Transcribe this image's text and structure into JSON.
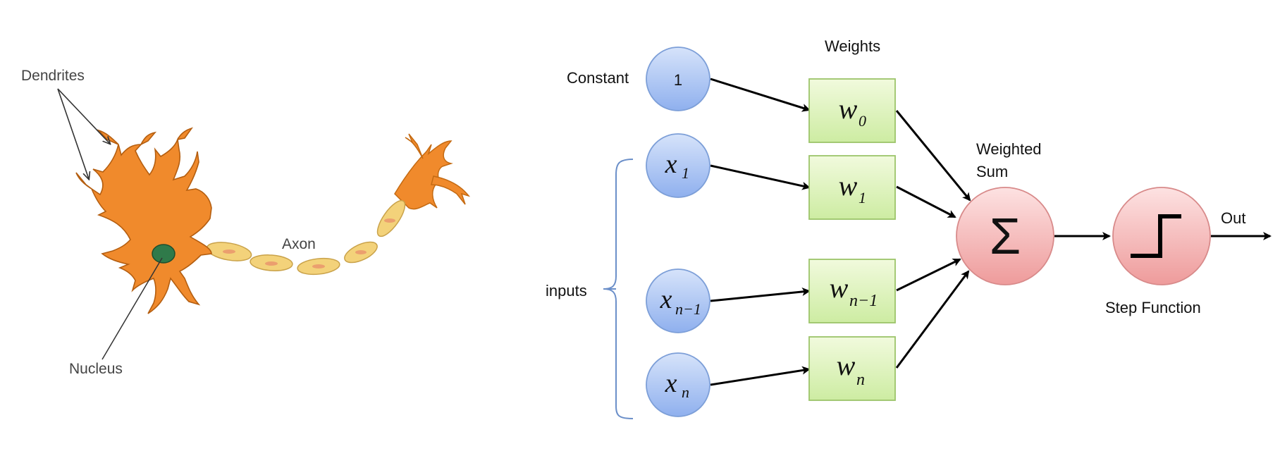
{
  "neuron": {
    "labels": {
      "dendrites": "Dendrites",
      "axon": "Axon",
      "nucleus": "Nucleus"
    }
  },
  "perceptron": {
    "title_weights": "Weights",
    "constant_label": "Constant",
    "inputs_label": "inputs",
    "weighted_sum_label_line1": "Weighted",
    "weighted_sum_label_line2": "Sum",
    "step_function_label": "Step Function",
    "out_label": "Out",
    "sum_symbol": "Σ",
    "input_nodes": [
      {
        "base": "1",
        "sub": ""
      },
      {
        "base": "x",
        "sub": "1"
      },
      {
        "base": "x",
        "sub": "n−1"
      },
      {
        "base": "x",
        "sub": "n"
      }
    ],
    "weight_nodes": [
      {
        "base": "w",
        "sub": "0"
      },
      {
        "base": "w",
        "sub": "1"
      },
      {
        "base": "w",
        "sub": "n−1"
      },
      {
        "base": "w",
        "sub": "n"
      }
    ],
    "colors": {
      "input_fill_top": "#c9d8f7",
      "input_fill_bottom": "#8fb0ee",
      "input_stroke": "#7d9fd8",
      "weight_fill_top": "#eef9d8",
      "weight_fill_bottom": "#cfeea6",
      "weight_stroke": "#9cc46a",
      "sum_fill_top": "#fbd8d8",
      "sum_fill_bottom": "#f09c9c",
      "sum_stroke": "#d88a8a",
      "brace": "#6b8fc9",
      "neuron_body": "#f08a2c",
      "neuron_nucleus": "#2f7a4a",
      "axon_segment": "#f3d27a"
    }
  }
}
